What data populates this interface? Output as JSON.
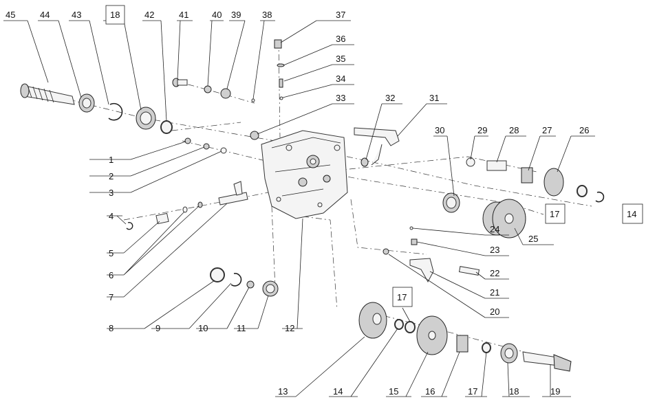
{
  "top_labels": [
    "45",
    "44",
    "43",
    "18",
    "42",
    "41",
    "40",
    "39",
    "38",
    "37"
  ],
  "right_labels": [
    "36",
    "35",
    "34",
    "33",
    "32",
    "31",
    "30",
    "29",
    "28",
    "27",
    "26",
    "17",
    "14"
  ],
  "left_labels": [
    "1",
    "2",
    "3",
    "4",
    "5",
    "6",
    "7",
    "8",
    "9",
    "10",
    "11",
    "12"
  ],
  "bottom_labels": [
    "13",
    "14",
    "15",
    "16",
    "17",
    "18",
    "19",
    "17",
    "20",
    "21",
    "22",
    "23",
    "24",
    "25"
  ]
}
